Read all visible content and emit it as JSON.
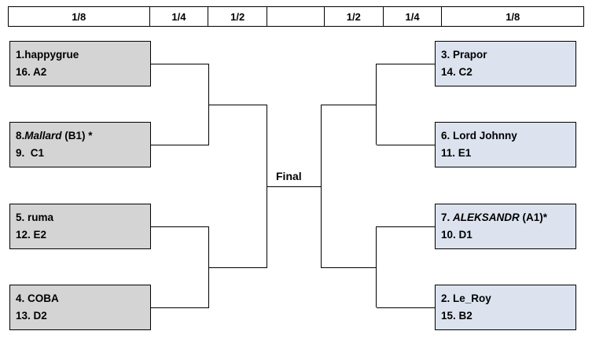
{
  "header": {
    "cells": [
      {
        "label": "1/8",
        "width": 180
      },
      {
        "label": "1/4",
        "width": 75
      },
      {
        "label": "1/2",
        "width": 75
      },
      {
        "label": "",
        "width": 73
      },
      {
        "label": "1/2",
        "width": 75
      },
      {
        "label": "1/4",
        "width": 75
      },
      {
        "label": "1/8",
        "width": 180
      }
    ]
  },
  "final": {
    "label": "Final"
  },
  "colors": {
    "left_box_fill": "#d4d4d4",
    "right_box_fill": "#dce3ef",
    "line": "#000000",
    "text": "#000000",
    "page_background": "#ffffff"
  },
  "bracket": {
    "left": [
      {
        "top_seed": "1.",
        "top_name": "happygrue",
        "top_italic": "",
        "top_suffix": "",
        "top_text": "1.happygrue",
        "bottom_text": "16. A2"
      },
      {
        "top_seed": "8.",
        "top_name": "Mallard",
        "top_italic": "Mallard",
        "top_suffix": " (B1) *",
        "top_text": "8.Mallard (B1) *",
        "bottom_text": "9.  C1"
      },
      {
        "top_seed": "5.",
        "top_name": "ruma",
        "top_italic": "",
        "top_suffix": "",
        "top_text": "5. ruma",
        "bottom_text": "12. E2"
      },
      {
        "top_seed": "4.",
        "top_name": "COBA",
        "top_italic": "",
        "top_suffix": "",
        "top_text": "4. COBA",
        "bottom_text": "13. D2"
      }
    ],
    "right": [
      {
        "top_seed": "3.",
        "top_name": "Prapor",
        "top_italic": "",
        "top_suffix": "",
        "top_text": "3. Prapor",
        "bottom_text": "14. C2"
      },
      {
        "top_seed": "6.",
        "top_name": "Lord Johnny",
        "top_italic": "",
        "top_suffix": "",
        "top_text": "6. Lord Johnny",
        "bottom_text": "11. E1"
      },
      {
        "top_seed": "7. ",
        "top_name": "ALEKSANDR",
        "top_italic": "ALEKSANDR",
        "top_suffix": " (A1)*",
        "top_text": "7. ALEKSANDR (A1)*",
        "bottom_text": "10. D1"
      },
      {
        "top_seed": "2.",
        "top_name": "Le_Roy",
        "top_italic": "",
        "top_suffix": "",
        "top_text": "2. Le_Roy",
        "bottom_text": "15. B2"
      }
    ]
  }
}
